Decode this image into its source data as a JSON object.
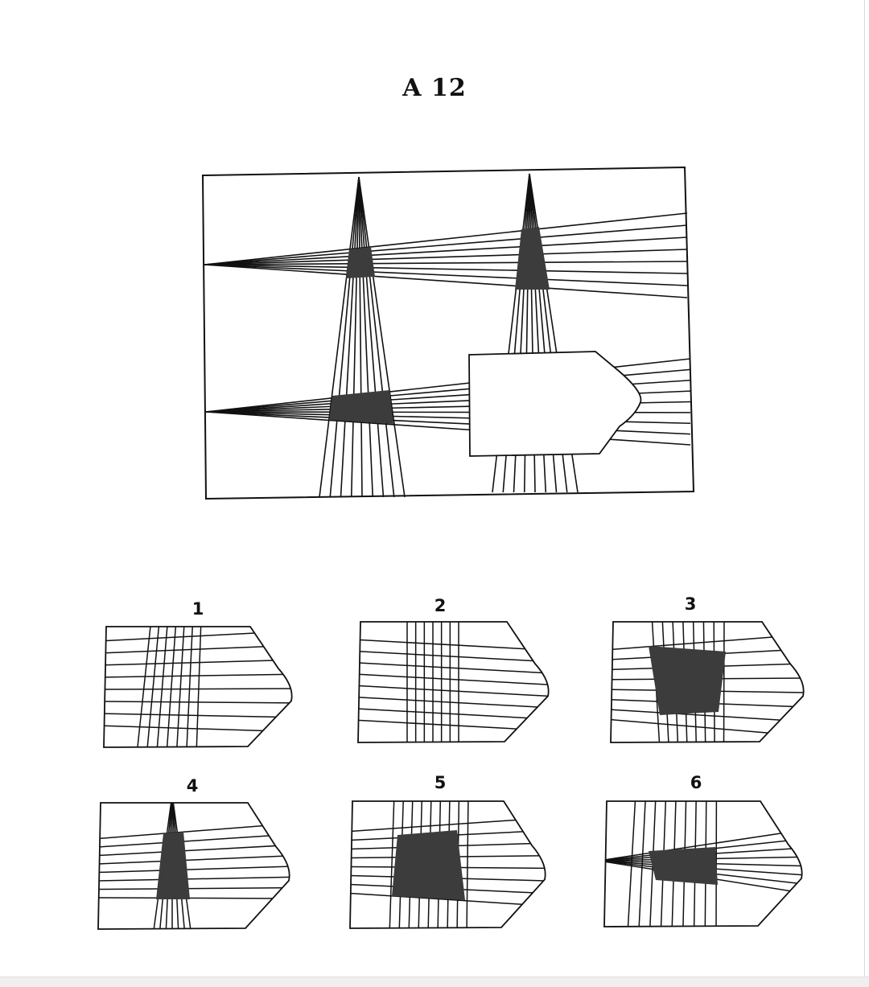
{
  "title": "A 12",
  "options": [
    {
      "label": "1"
    },
    {
      "label": "2"
    },
    {
      "label": "3"
    },
    {
      "label": "4"
    },
    {
      "label": "5"
    },
    {
      "label": "6"
    }
  ],
  "colors": {
    "ink": "#111111",
    "shade": "#3c3c3c",
    "paper": "#ffffff"
  }
}
